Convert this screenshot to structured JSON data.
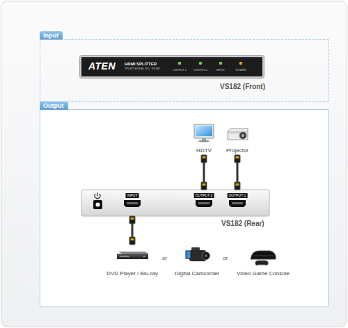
{
  "diagram": {
    "nodes": [
      {
        "text": [
          "Input"
        ]
      },
      {
        "text": [
          "ATEN",
          "HDMI SPLITTER",
          "2PORT MODEL NO.: VS182",
          "OUTPUT 1",
          "OUTPUT 2",
          "INPUT",
          "POWER"
        ],
        "in": 0
      },
      {
        "text": [
          "Output"
        ]
      },
      {
        "text": [
          "HDTV"
        ],
        "in": 2
      },
      {
        "text": [
          "Projector"
        ],
        "in": 2
      },
      {
        "text": [
          "INPUT",
          "OUTPUT 2",
          "OUTPUT 1"
        ],
        "in": 2
      },
      {
        "text": [
          "DVD Player / Blu-ray"
        ],
        "in": 2
      },
      {
        "text": [
          "Digital Camcorder"
        ],
        "in": 2
      },
      {
        "text": [
          "Video Game Console"
        ],
        "in": 2
      }
    ],
    "edges": [
      {
        "from": 6,
        "to": 5,
        "arrow": "none"
      },
      {
        "from": 5,
        "to": 3,
        "arrow": "none"
      },
      {
        "from": 5,
        "to": 4,
        "arrow": "none"
      }
    ],
    "labels": [
      "VS182 (Front)",
      "VS182 (Rear)",
      "or",
      "or"
    ]
  }
}
